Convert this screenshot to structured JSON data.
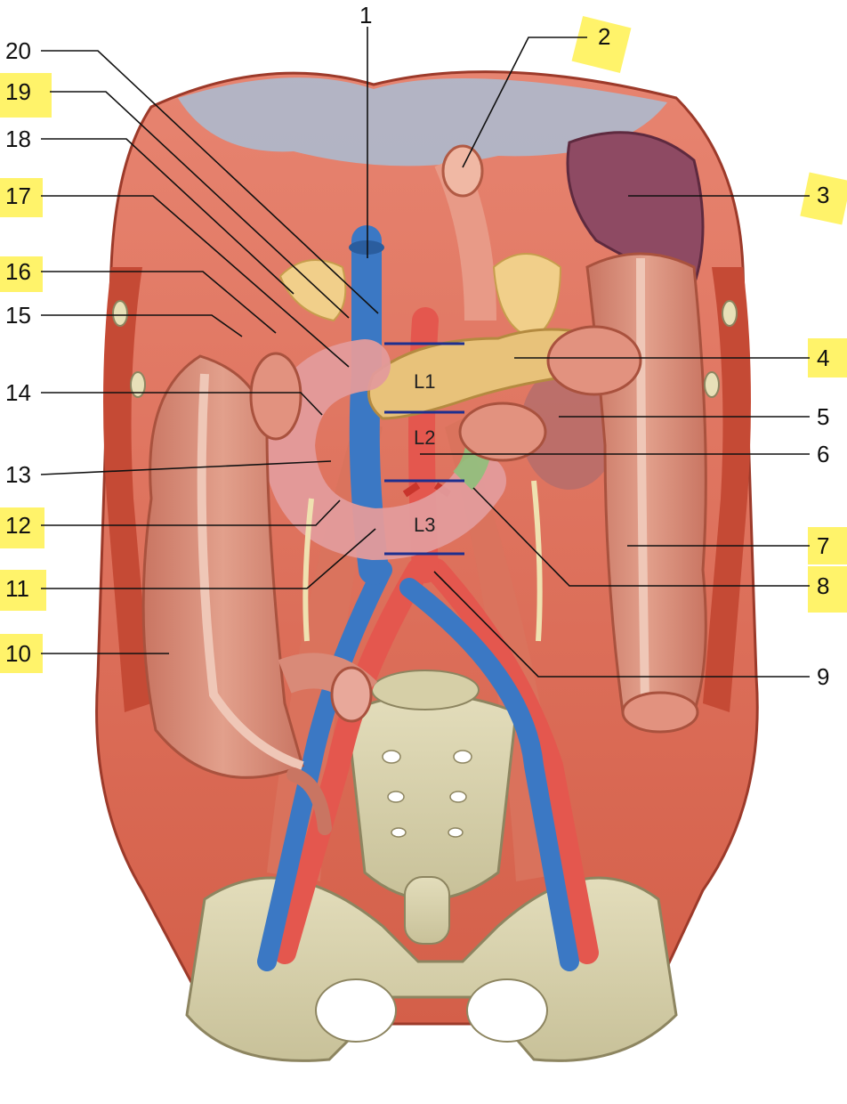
{
  "labels": {
    "n1": "1",
    "n2": "2",
    "n3": "3",
    "n4": "4",
    "n5": "5",
    "n6": "6",
    "n7": "7",
    "n8": "8",
    "n9": "9",
    "n10": "10",
    "n11": "11",
    "n12": "12",
    "n13": "13",
    "n14": "14",
    "n15": "15",
    "n16": "16",
    "n17": "17",
    "n18": "18",
    "n19": "19",
    "n20": "20"
  },
  "vertebral_levels": {
    "l1": "L1",
    "l2": "L2",
    "l3": "L3"
  },
  "colors": {
    "muscle": "#e0715a",
    "muscle_dark": "#b7432f",
    "diaphragm_tendon": "#9fb7cf",
    "vein": "#3b78c4",
    "artery": "#e4574e",
    "bone": "#d9d3ad",
    "colon": "#d98a78",
    "pancreas": "#e8c27a",
    "adrenal": "#f1cf8a",
    "spleen": "#8e4a63",
    "highlight": "#fff36a",
    "level_line": "#1d2f8f"
  }
}
